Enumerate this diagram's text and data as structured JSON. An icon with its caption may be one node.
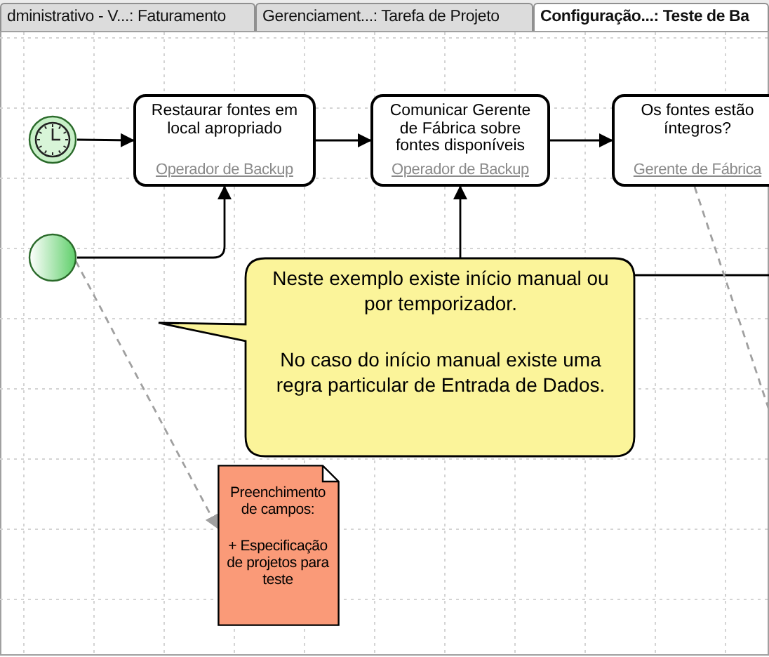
{
  "diagram": {
    "nodes": [
      {
        "text": [],
        "shape": "circle"
      },
      {
        "text": [
          "Restaurar fontes em local apropriado",
          "Operador de Backup"
        ]
      },
      {
        "text": [
          "Comunicar Gerente de Fábrica sobre fontes disponíveis",
          "Operador de Backup"
        ]
      },
      {
        "text": [
          "Os fontes estão íntegros?",
          "Gerente de Fábrica"
        ]
      },
      {
        "text": [],
        "shape": "circle"
      },
      {
        "text": [
          "Neste exemplo existe início manual ou por temporizador.",
          "No caso do início manual existe uma regra particular de Entrada de Dados."
        ]
      },
      {
        "text": [
          "Preenchimento de campos:",
          "+ Especificação de projetos para teste"
        ]
      }
    ],
    "edges": [
      {
        "from": 0,
        "to": 1,
        "arrow": "to"
      },
      {
        "from": 1,
        "to": 2,
        "arrow": "to"
      },
      {
        "from": 2,
        "to": 3,
        "arrow": "to"
      },
      {
        "from": 4,
        "to": 1,
        "arrow": "to"
      },
      {
        "from": null,
        "to": 2,
        "arrow": "to"
      },
      {
        "from": 4,
        "to": 6,
        "arrow": "to",
        "style": "dashed",
        "color": "#a0a0a0"
      },
      {
        "from": 3,
        "to": null,
        "arrow": "none",
        "style": "dashed",
        "color": "#a0a0a0"
      }
    ],
    "labels": [
      "dministrativo - V...: Faturamento",
      "Gerenciament...: Tarefa de Projeto",
      "Configuração...: Teste de Ba"
    ]
  }
}
